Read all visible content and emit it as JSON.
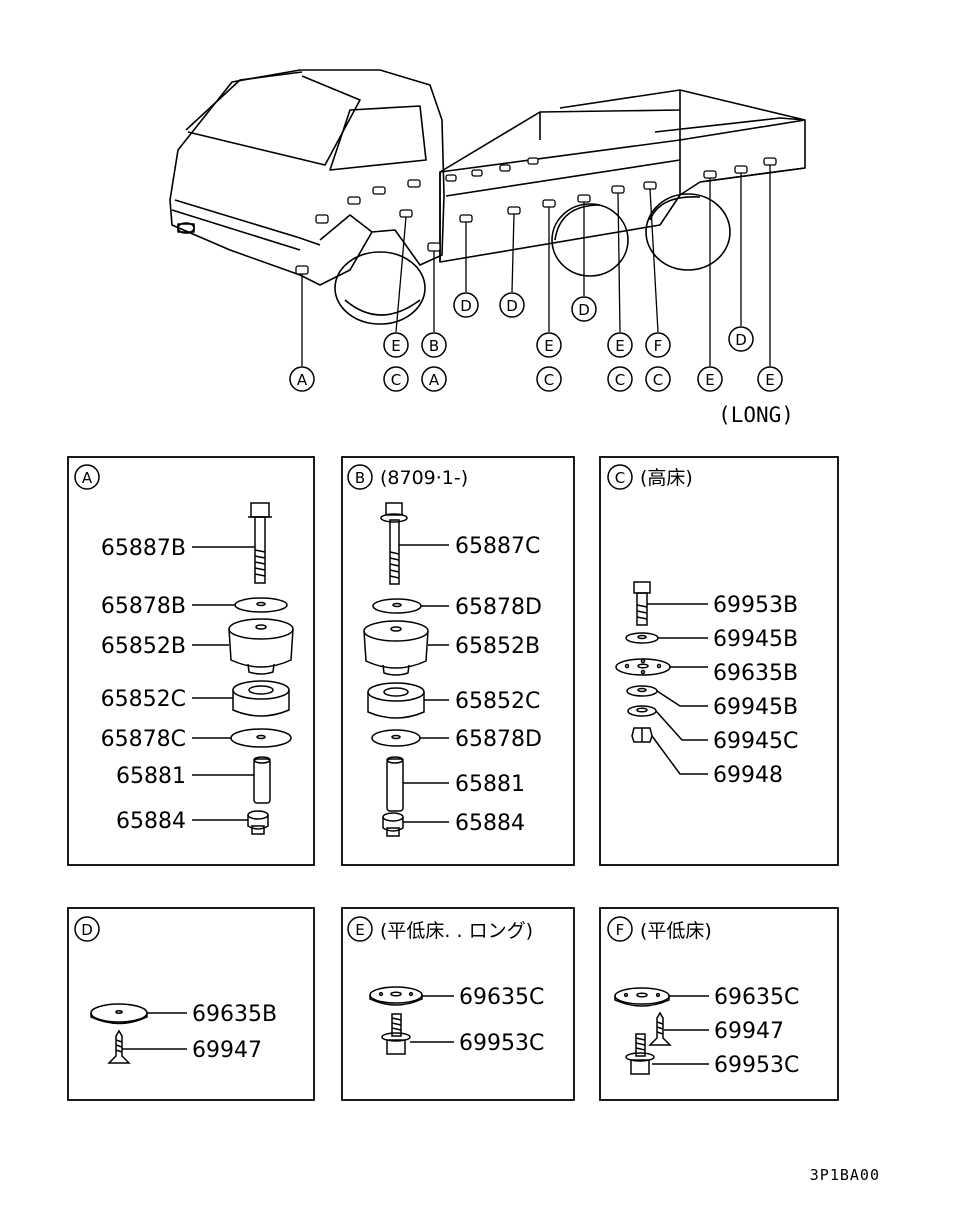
{
  "callouts": {
    "a": "A",
    "b": "B",
    "c": "C",
    "d": "D",
    "e": "E",
    "f": "F"
  },
  "overview": {
    "long_label": "(LONG)"
  },
  "panels": {
    "a": {
      "letter": "A",
      "parts": [
        "65887B",
        "65878B",
        "65852B",
        "65852C",
        "65878C",
        "65881",
        "65884"
      ]
    },
    "b": {
      "letter": "B",
      "title": "(8709·1-)",
      "parts": [
        "65887C",
        "65878D",
        "65852B",
        "65852C",
        "65878D",
        "65881",
        "65884"
      ]
    },
    "c": {
      "letter": "C",
      "title": "(高床)",
      "parts": [
        "69953B",
        "69945B",
        "69635B",
        "69945B",
        "69945C",
        "69948"
      ]
    },
    "d": {
      "letter": "D",
      "parts": [
        "69635B",
        "69947"
      ]
    },
    "e": {
      "letter": "E",
      "title": "(平低床. . ロング)",
      "parts": [
        "69635C",
        "69953C"
      ]
    },
    "f": {
      "letter": "F",
      "title": "(平低床)",
      "parts": [
        "69635C",
        "69947",
        "69953C"
      ]
    }
  },
  "diagram_code": "3P1BA00"
}
